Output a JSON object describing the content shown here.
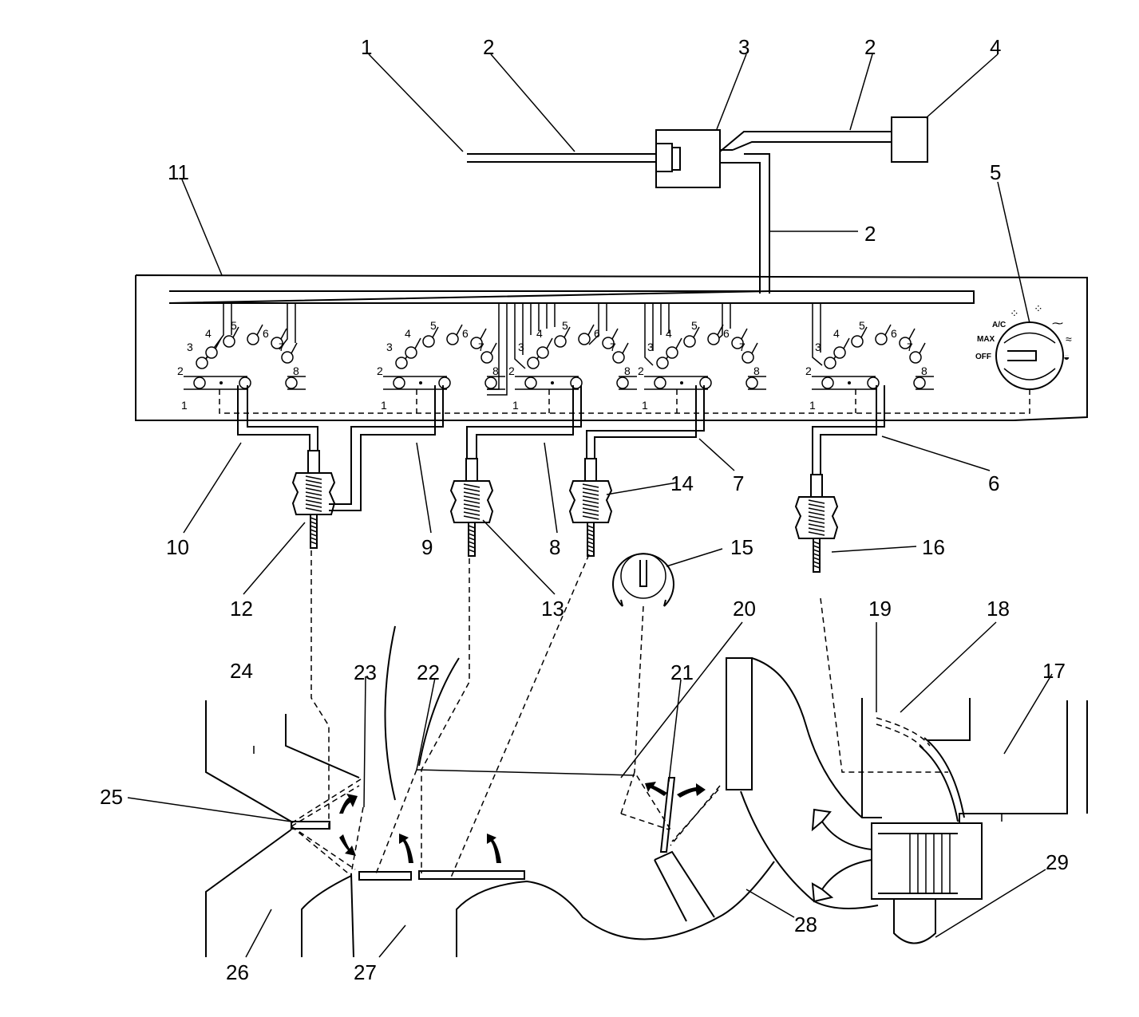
{
  "diagram": {
    "callouts": [
      "1",
      "2",
      "3",
      "2",
      "4",
      "11",
      "2",
      "5",
      "10",
      "9",
      "8",
      "7",
      "6",
      "14",
      "12",
      "13",
      "15",
      "16",
      "20",
      "19",
      "18",
      "17",
      "24",
      "23",
      "22",
      "21",
      "25",
      "26",
      "27",
      "28",
      "29"
    ],
    "port_numbers": [
      "1",
      "2",
      "3",
      "4",
      "5",
      "6",
      "7",
      "8"
    ],
    "control_labels": {
      "ac": "A/C",
      "max": "MAX",
      "off": "OFF"
    }
  }
}
